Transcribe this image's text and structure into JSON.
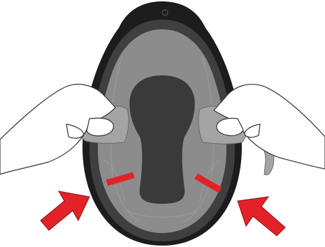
{
  "illustration": {
    "subject": "helmet-interior-liner",
    "colors": {
      "shell_outer": "#1c1c1c",
      "shell_rim": "#3f3f3f",
      "liner": "#8c8c8c",
      "liner_inner": "#7e7e7e",
      "crown_cavity": "#3a3a3a",
      "tab": "#a4a4a4",
      "marker": "#e32228",
      "arrow": "#e32228",
      "hand_fill": "#ffffff",
      "hand_stroke": "#333333"
    },
    "markers": [
      "left-red-marker",
      "right-red-marker"
    ],
    "arrows": [
      "left-pointing-arrow",
      "right-pointing-arrow"
    ]
  }
}
